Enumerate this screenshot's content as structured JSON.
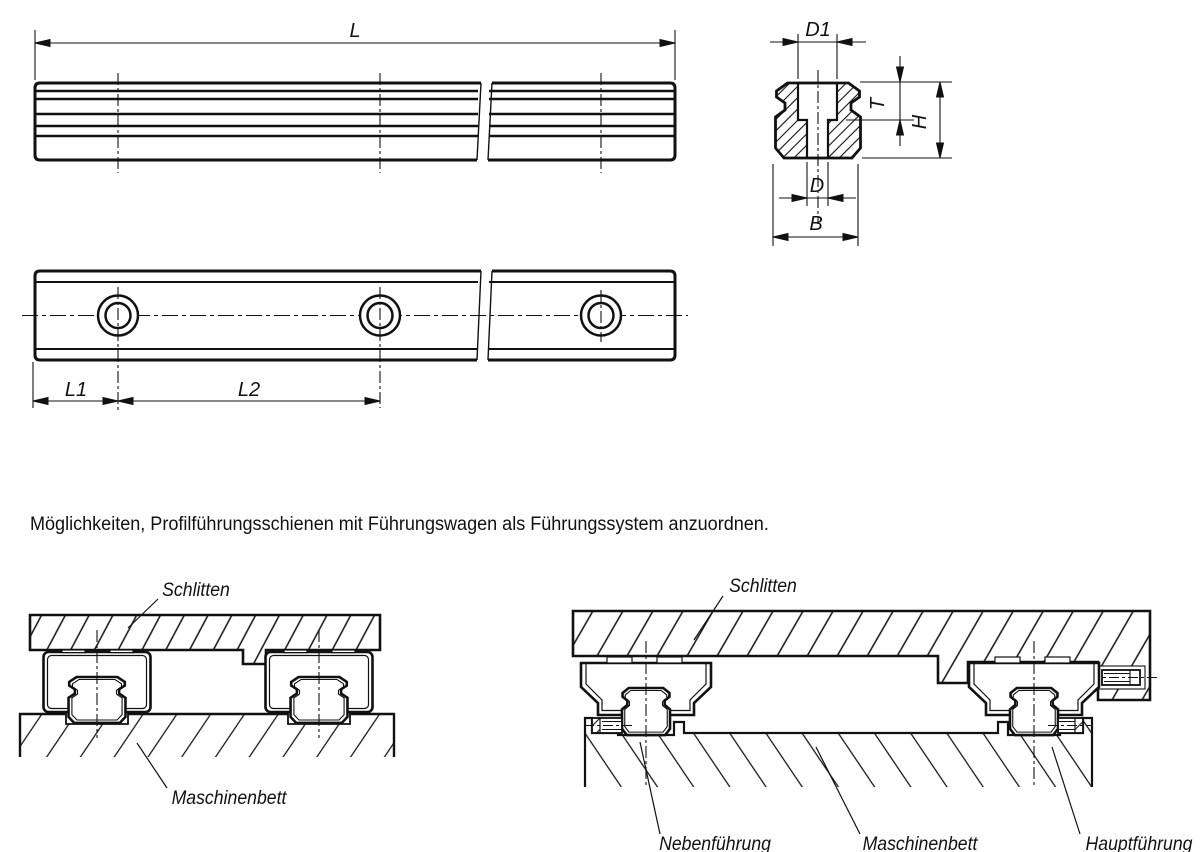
{
  "caption": "Möglichkeiten, Profilführungsschienen mit Führungswagen als Führungssystem anzuordnen.",
  "colors": {
    "ink": "#111111",
    "background": "#ffffff"
  },
  "dim_labels": {
    "total_length": "L",
    "first_hole_offset": "L1",
    "hole_pitch": "L2",
    "counterbore_diameter": "D1",
    "counterbore_depth": "T",
    "rail_height": "H",
    "hole_diameter": "D",
    "rail_width": "B"
  },
  "left_assembly": {
    "slide": "Schlitten",
    "machine_bed": "Maschinenbett"
  },
  "right_assembly": {
    "slide": "Schlitten",
    "secondary_guide": "Nebenführung",
    "machine_bed": "Maschinenbett",
    "main_guide": "Hauptführung"
  }
}
